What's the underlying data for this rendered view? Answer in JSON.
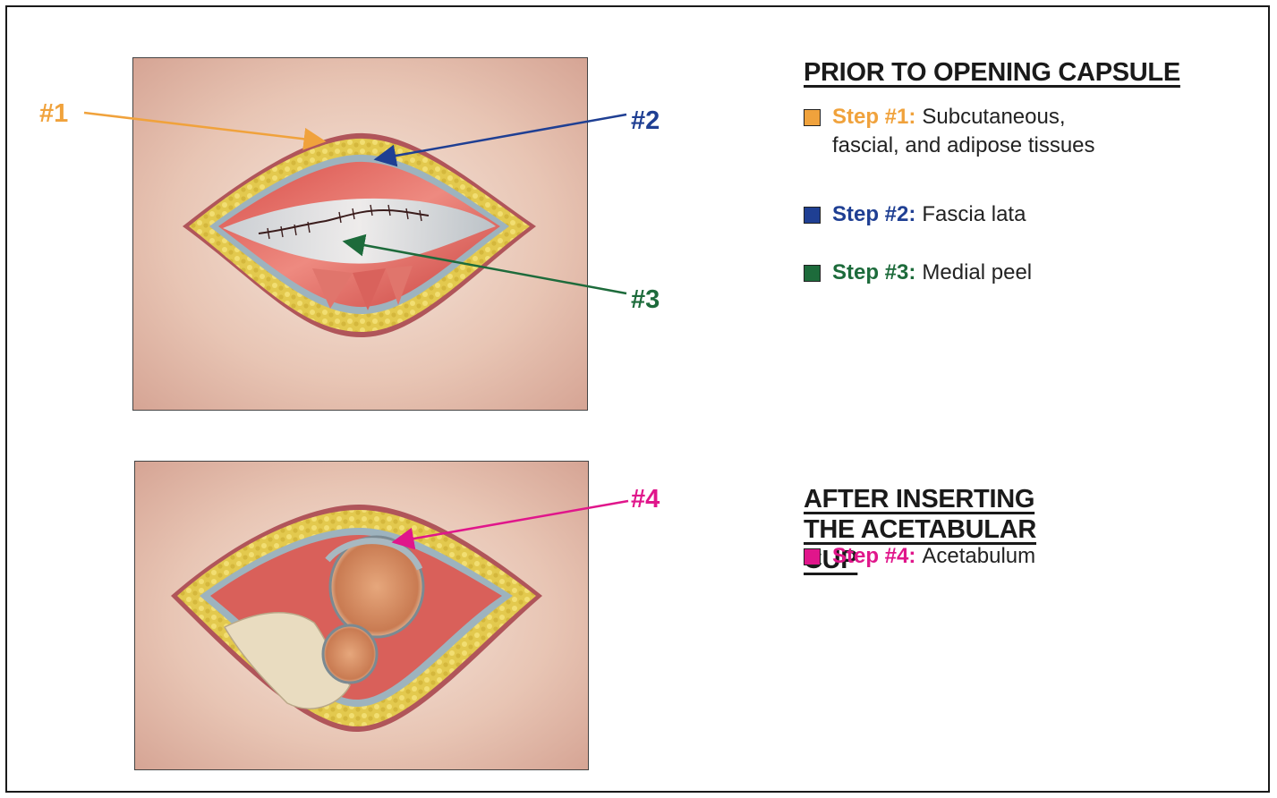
{
  "colors": {
    "step1": "#f0a23c",
    "step2": "#1f3f93",
    "step3": "#1d6b3b",
    "step4": "#e0168b"
  },
  "sections": [
    {
      "heading": "PRIOR TO OPENING CAPSULE",
      "steps": [
        {
          "label": "Step #1:",
          "text": "Subcutaneous, fascial, and adipose tissues"
        },
        {
          "label": "Step #2:",
          "text": "Fascia lata"
        },
        {
          "label": "Step #3:",
          "text": "Medial peel"
        }
      ]
    },
    {
      "heading": "AFTER INSERTING THE ACETABULAR CUP",
      "steps": [
        {
          "label": "Step #4:",
          "text": "Acetabulum"
        }
      ]
    }
  ],
  "callouts": {
    "c1": "#1",
    "c2": "#2",
    "c3": "#3",
    "c4": "#4"
  }
}
